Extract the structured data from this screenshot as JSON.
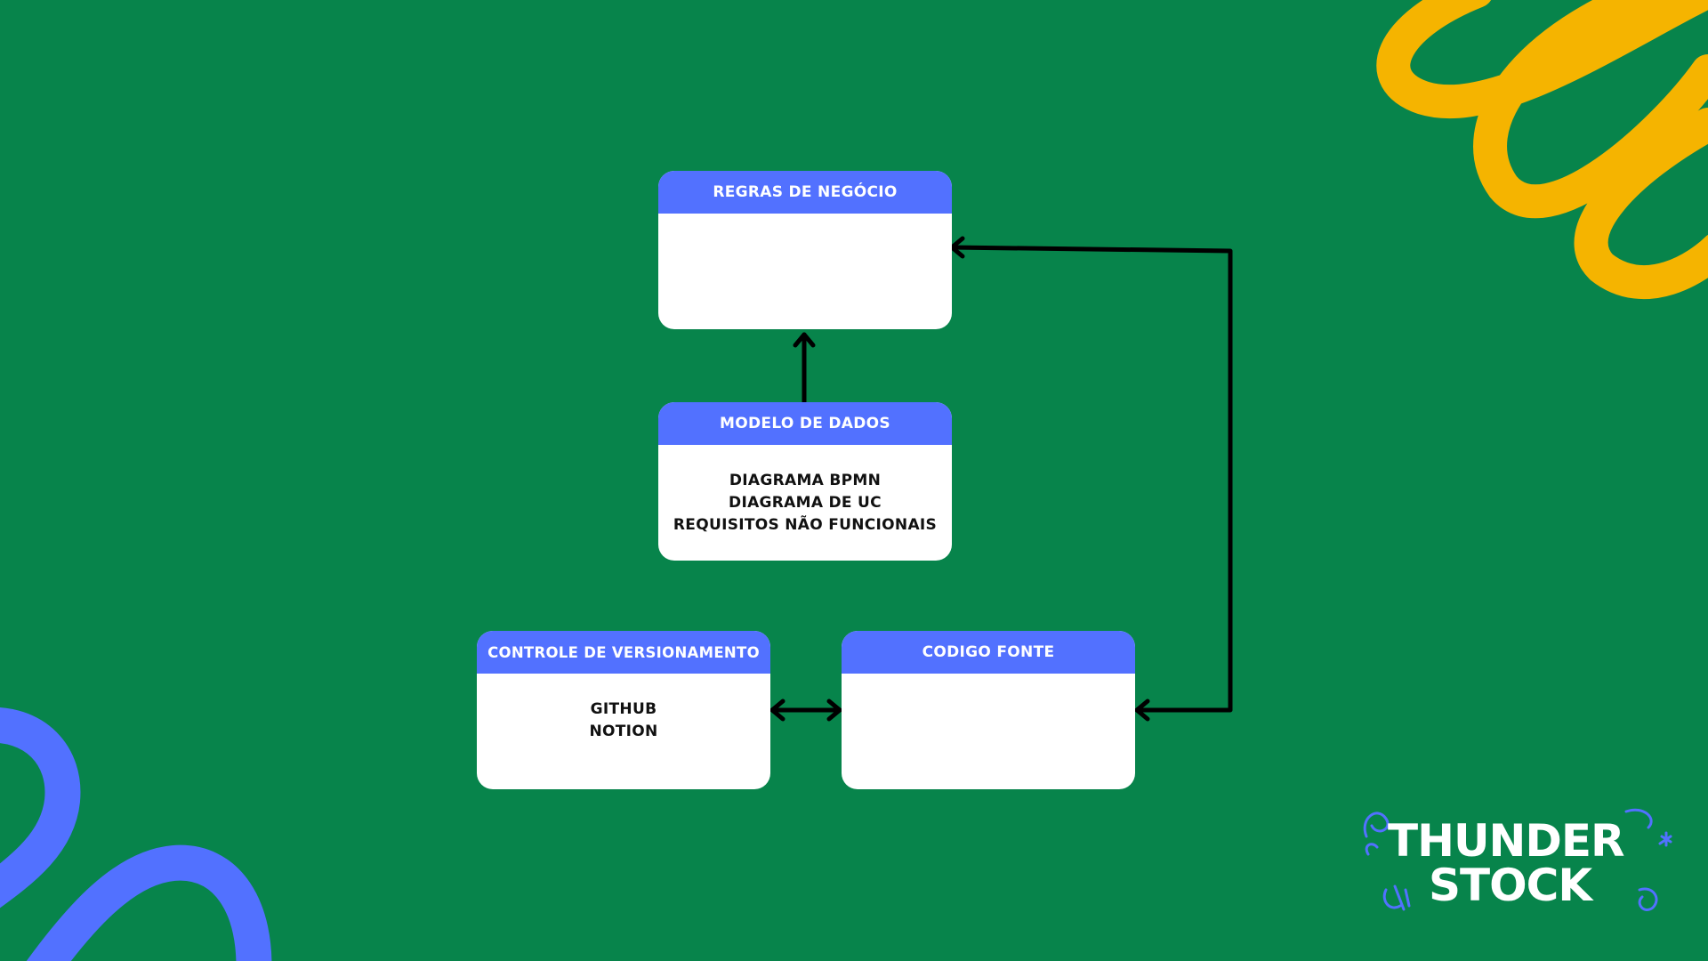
{
  "colors": {
    "background": "#07844b",
    "header": "#5271ff",
    "card": "#ffffff",
    "arrow": "#000000",
    "accent_yellow": "#f5b400",
    "accent_blue": "#5271ff"
  },
  "cards": {
    "regras": {
      "title": "REGRAS DE NEGÓCIO",
      "lines": []
    },
    "modelo": {
      "title": "MODELO DE DADOS",
      "lines": [
        "DIAGRAMA BPMN",
        "DIAGRAMA DE UC",
        "REQUISITOS NÃO FUNCIONAIS"
      ]
    },
    "controle": {
      "title": "CONTROLE DE VERSIONAMENTO",
      "lines": [
        "GITHUB",
        "NOTION"
      ]
    },
    "codigo": {
      "title": "CODIGO FONTE",
      "lines": []
    }
  },
  "logo": {
    "line1": "THUNDER",
    "line2": "STOCK"
  }
}
